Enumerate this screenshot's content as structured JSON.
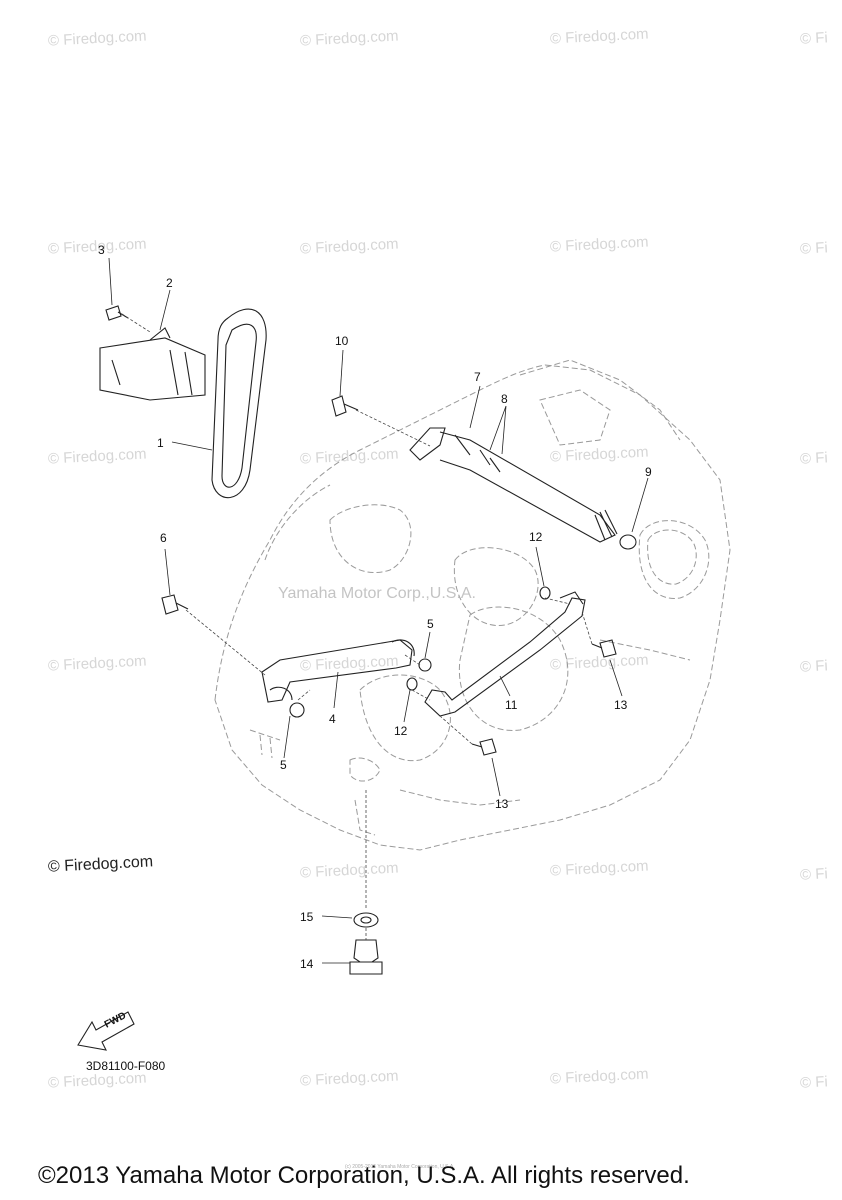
{
  "watermark": {
    "text": "© Firedog.com",
    "partial_text": "© Fi"
  },
  "ghost_watermark": "Yamaha Motor Corp.,U.S.A.",
  "firedog_label": "© Firedog.com",
  "fwd_label": "FWD",
  "diagram_code": "3D81100-F080",
  "fine_print": "(c) 2005-2015 Yamaha Motor Corporation, U.S.A.",
  "copyright": "©2013 Yamaha Motor Corporation, U.S.A. All rights reserved.",
  "callouts": {
    "c1": "1",
    "c2": "2",
    "c3": "3",
    "c4": "4",
    "c5a": "5",
    "c5b": "5",
    "c6": "6",
    "c7": "7",
    "c8": "8",
    "c9": "9",
    "c10": "10",
    "c11": "11",
    "c12a": "12",
    "c12b": "12",
    "c13a": "13",
    "c13b": "13",
    "c14": "14",
    "c15": "15"
  }
}
